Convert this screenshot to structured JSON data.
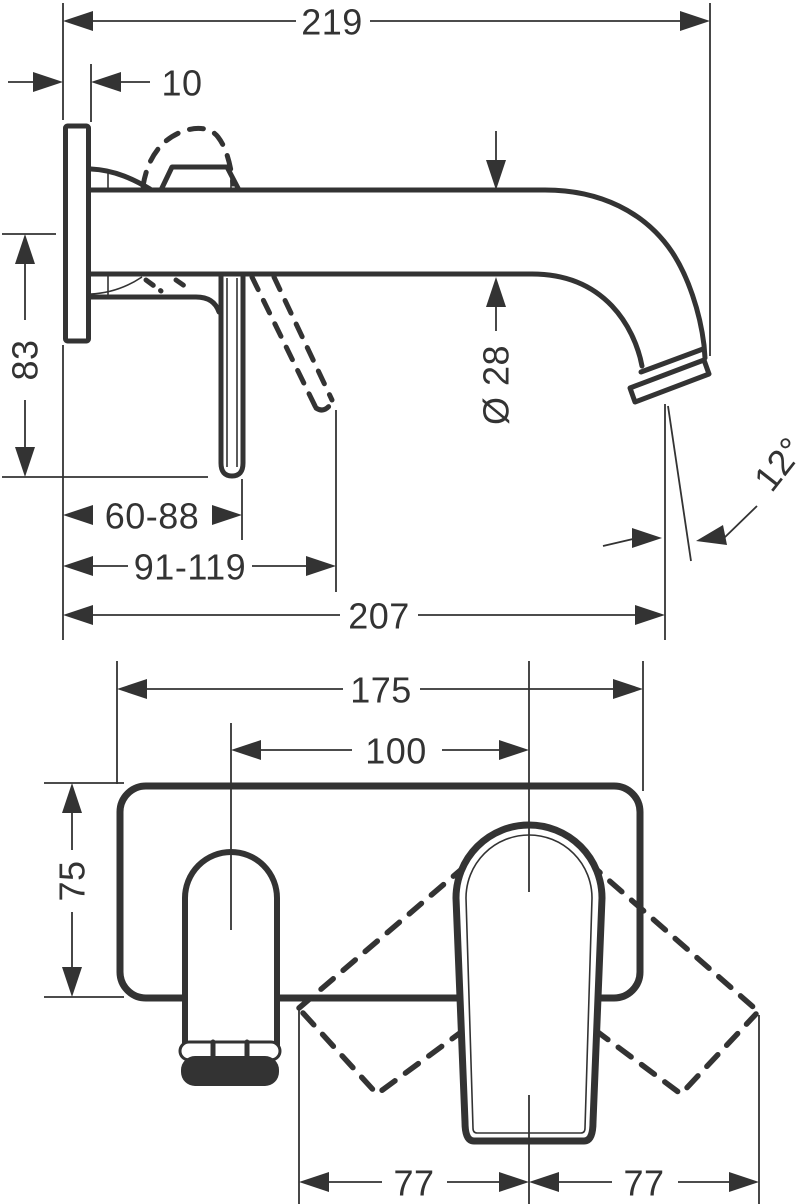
{
  "drawing": {
    "type": "technical-dimension-drawing",
    "views": [
      "side-elevation",
      "front-elevation"
    ],
    "colors": {
      "line": "#333333",
      "background": "#ffffff"
    }
  },
  "side_view": {
    "total_length": "219",
    "plate_depth": "10",
    "height_below_axis": "83",
    "spout_diameter": "Ø 28",
    "spout_angle": "12°",
    "handle_min_range": "60-88",
    "handle_max_range": "91-119",
    "spout_reach": "207"
  },
  "front_view": {
    "plate_width": "175",
    "center_distance": "100",
    "plate_height": "75",
    "swing_left": "77",
    "swing_right": "77"
  }
}
